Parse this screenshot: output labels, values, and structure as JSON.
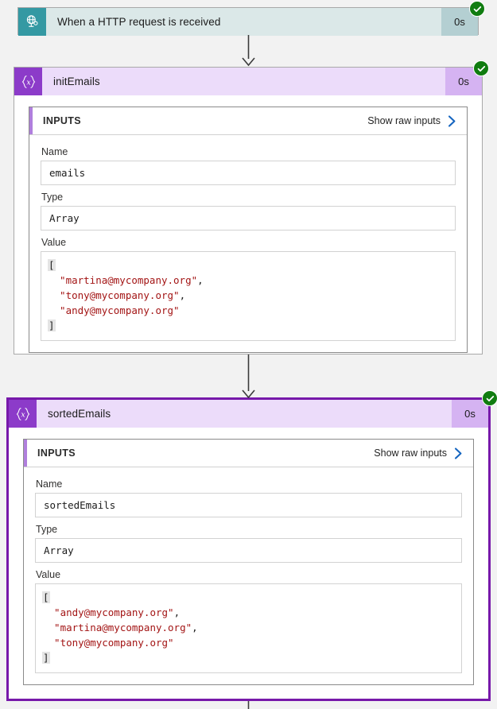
{
  "colors": {
    "canvas_bg": "#f2f2f2",
    "trigger_icon_bg": "#3499a3",
    "trigger_header_bg": "#dbe8e8",
    "trigger_duration_bg": "#b4cfd2",
    "action_icon_bg": "#8c3bc9",
    "action_header_bg": "#ecdcfa",
    "action_duration_bg": "#d5b3f2",
    "selected_border": "#7719aa",
    "panel_accent": "#b07fdd",
    "success_badge": "#107c10",
    "link_chevron": "#1565c0",
    "json_string": "#a31515",
    "connector": "#3b3b3b"
  },
  "nodes": [
    {
      "id": "trigger",
      "kind": "trigger",
      "icon": "globe-http-icon",
      "title": "When a HTTP request is received",
      "duration": "0s",
      "status": "succeeded",
      "selected": false,
      "expanded": false
    },
    {
      "id": "init-emails",
      "kind": "action",
      "icon": "variable-braces-icon",
      "title": "initEmails",
      "duration": "0s",
      "status": "succeeded",
      "selected": false,
      "expanded": true,
      "panel": {
        "heading": "INPUTS",
        "raw_link": "Show raw inputs",
        "raw_link_icon": "chevron-right-icon",
        "fields": [
          {
            "label": "Name",
            "value": "emails"
          },
          {
            "label": "Type",
            "value": "Array"
          }
        ],
        "value_label": "Value",
        "value_json": [
          "andy@mycompany.org"
        ],
        "value_lines": [
          {
            "type": "open",
            "text": "["
          },
          {
            "type": "string",
            "text": "\"martina@mycompany.org\"",
            "comma": true
          },
          {
            "type": "string",
            "text": "\"tony@mycompany.org\"",
            "comma": true
          },
          {
            "type": "string",
            "text": "\"andy@mycompany.org\"",
            "comma": false
          },
          {
            "type": "close",
            "text": "]"
          }
        ]
      }
    },
    {
      "id": "sorted-emails",
      "kind": "action",
      "icon": "variable-braces-icon",
      "title": "sortedEmails",
      "duration": "0s",
      "status": "succeeded",
      "selected": true,
      "expanded": true,
      "panel": {
        "heading": "INPUTS",
        "raw_link": "Show raw inputs",
        "raw_link_icon": "chevron-right-icon",
        "fields": [
          {
            "label": "Name",
            "value": "sortedEmails"
          },
          {
            "label": "Type",
            "value": "Array"
          }
        ],
        "value_label": "Value",
        "value_lines": [
          {
            "type": "open",
            "text": "["
          },
          {
            "type": "string",
            "text": "\"andy@mycompany.org\"",
            "comma": true
          },
          {
            "type": "string",
            "text": "\"martina@mycompany.org\"",
            "comma": true
          },
          {
            "type": "string",
            "text": "\"tony@mycompany.org\"",
            "comma": false
          },
          {
            "type": "close",
            "text": "]"
          }
        ]
      }
    }
  ],
  "n0": {
    "title": "When a HTTP request is received",
    "duration": "0s"
  },
  "n1": {
    "title": "initEmails",
    "duration": "0s",
    "heading": "INPUTS",
    "raw_link": "Show raw inputs",
    "label_name": "Name",
    "value_name": "emails",
    "label_type": "Type",
    "value_type": "Array",
    "label_value": "Value",
    "json_open": "[",
    "json_l1": "\"martina@mycompany.org\"",
    "json_l1_comma": ",",
    "json_l2": "\"tony@mycompany.org\"",
    "json_l2_comma": ",",
    "json_l3": "\"andy@mycompany.org\"",
    "json_close": "]"
  },
  "n2": {
    "title": "sortedEmails",
    "duration": "0s",
    "heading": "INPUTS",
    "raw_link": "Show raw inputs",
    "label_name": "Name",
    "value_name": "sortedEmails",
    "label_type": "Type",
    "value_type": "Array",
    "label_value": "Value",
    "json_open": "[",
    "json_l1": "\"andy@mycompany.org\"",
    "json_l1_comma": ",",
    "json_l2": "\"martina@mycompany.org\"",
    "json_l2_comma": ",",
    "json_l3": "\"tony@mycompany.org\"",
    "json_close": "]"
  }
}
